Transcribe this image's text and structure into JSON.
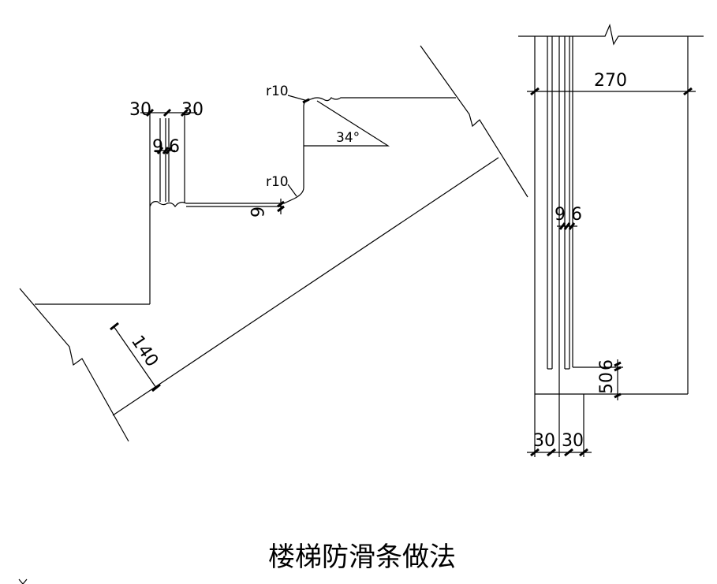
{
  "title": "楼梯防滑条做法",
  "section": {
    "left_groove_width": "30",
    "right_groove_width": "30",
    "groove_gap_left": "9",
    "groove_gap_right": "6",
    "radius_top": "r10",
    "radius_bottom": "r10",
    "angle": "34°",
    "depth": "6",
    "slab_thickness": "140"
  },
  "plan": {
    "total_width": "270",
    "gap_left": "9",
    "gap_right": "6",
    "end_offset_a": "50",
    "end_offset_b": "6",
    "bottom_left": "30",
    "bottom_right": "30"
  },
  "colors": {
    "line": "#000000",
    "background": "#ffffff"
  }
}
